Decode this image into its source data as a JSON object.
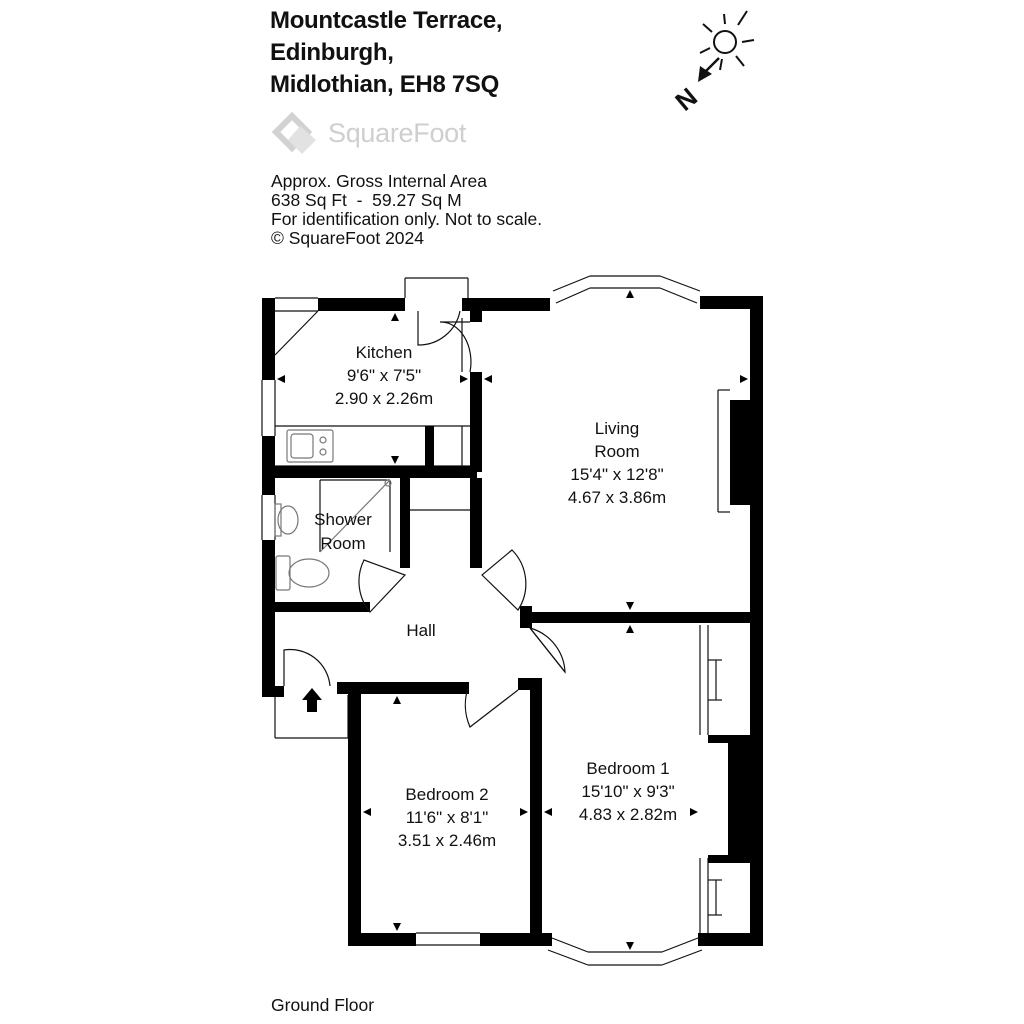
{
  "address": {
    "line1": "Mountcastle Terrace,",
    "line2": "Edinburgh,",
    "line3": "Midlothian, EH8 7SQ"
  },
  "brand": {
    "logo_text": "SquareFoot",
    "color": "#cfcfcf"
  },
  "area_info": {
    "line1": "Approx. Gross Internal Area",
    "line2": "638 Sq Ft  -  59.27 Sq M",
    "line3": "For identification only. Not to scale.",
    "line4": "© SquareFoot 2024"
  },
  "compass": {
    "north_label": "N",
    "icons": [
      "sun-icon",
      "north-arrow-icon"
    ]
  },
  "rooms": {
    "kitchen": {
      "name": "Kitchen",
      "imperial": "9'6\" x 7'5\"",
      "metric": "2.90 x 2.26m"
    },
    "living": {
      "name1": "Living",
      "name2": "Room",
      "imperial": "15'4\" x 12'8\"",
      "metric": "4.67 x 3.86m"
    },
    "shower": {
      "name1": "Shower",
      "name2": "Room"
    },
    "hall": {
      "name": "Hall"
    },
    "bedroom1": {
      "name": "Bedroom 1",
      "imperial": "15'10\" x 9'3\"",
      "metric": "4.83 x 2.82m"
    },
    "bedroom2": {
      "name": "Bedroom 2",
      "imperial": "11'6\" x 8'1\"",
      "metric": "3.51 x 2.46m"
    }
  },
  "floor": {
    "label": "Ground Floor"
  },
  "colors": {
    "wall": "#000000",
    "fixture": "#777777"
  }
}
